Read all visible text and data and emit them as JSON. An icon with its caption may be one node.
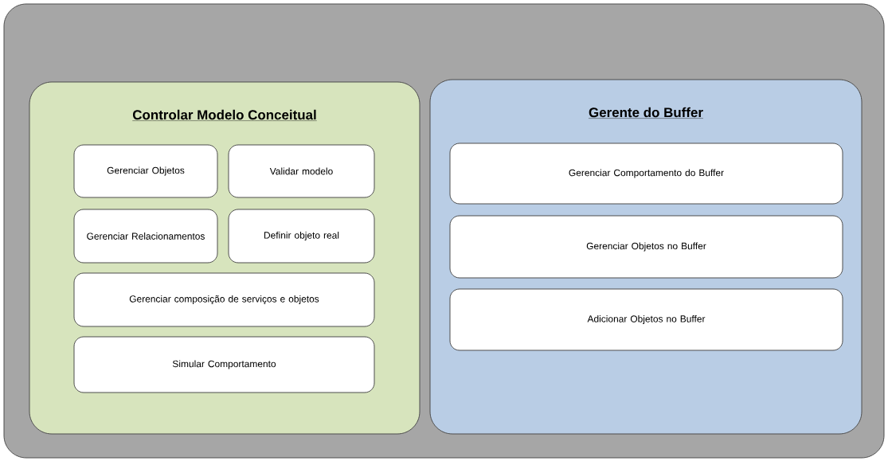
{
  "diagram": {
    "nodes": [
      {
        "text": [],
        "shape": "box"
      },
      {
        "text": [
          "Controlar Modelo Conceitual"
        ],
        "in": 0
      },
      {
        "text": [
          "Gerenciar Objetos"
        ],
        "in": 1
      },
      {
        "text": [
          "Validar modelo"
        ],
        "in": 1
      },
      {
        "text": [
          "Gerenciar Relacionamentos"
        ],
        "in": 1
      },
      {
        "text": [
          "Definir objeto real"
        ],
        "in": 1
      },
      {
        "text": [
          "Gerenciar composição de serviços e objetos"
        ],
        "in": 1
      },
      {
        "text": [
          "Simular Comportamento"
        ],
        "in": 1
      },
      {
        "text": [
          "Gerente do Buffer"
        ],
        "in": 0
      },
      {
        "text": [
          "Gerenciar Comportamento do Buffer"
        ],
        "in": 8
      },
      {
        "text": [
          "Gerenciar Objetos no Buffer"
        ],
        "in": 8
      },
      {
        "text": [
          "Adicionar Objetos no Buffer"
        ],
        "in": 8
      }
    ],
    "edges": []
  }
}
